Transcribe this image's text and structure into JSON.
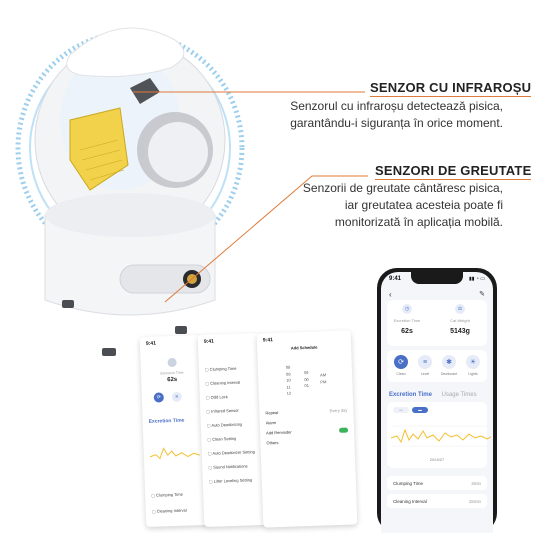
{
  "annotations": {
    "infrared": {
      "title": "SENZOR CU INFRAROȘU",
      "lines": [
        "Senzorul cu infraroșu detectează pisica,",
        "garantându-i siguranța în orice moment."
      ]
    },
    "weight": {
      "title": "SENZORI DE GREUTATE",
      "lines": [
        "Senzorii de greutate cântăresc pisica,",
        "iar greutatea acesteia poate fi",
        "monitorizată în aplicația mobilă."
      ]
    }
  },
  "phone": {
    "time": "9:41",
    "stats": [
      {
        "label": "Excretion Time",
        "value": "62s"
      },
      {
        "label": "Cat Weight",
        "value": "5143g"
      }
    ],
    "quick_actions": [
      "Clean",
      "Level",
      "Deodorant",
      "Lights"
    ],
    "tabs": {
      "active": "Excretion Time",
      "inactive": "Usage Times"
    },
    "chart_date": "2024/07",
    "settings": [
      {
        "label": "Clumping Time",
        "value": "3min"
      },
      {
        "label": "Cleaning Interval",
        "value": "15min"
      }
    ]
  },
  "shots": {
    "left": {
      "time": "9:41",
      "stat_label": "Excretion Time",
      "stat_value": "62s",
      "tab": "Excretion Time",
      "settings": [
        "Clumping Time",
        "Cleaning Interval"
      ]
    },
    "middle": {
      "time": "9:41",
      "items": [
        "Clumping Time",
        "Cleaning Interval",
        "Odd Lock",
        "Infrared Sensor",
        "Auto Deodorizing",
        "Clean Setting",
        "Auto Deodorizer Setting",
        "Sound Notifications",
        "Litter Leveling Setting"
      ]
    },
    "right": {
      "time": "9:41",
      "title": "Add Schedule",
      "times": [
        "08",
        "09",
        "10",
        "11",
        "12"
      ],
      "minutes": [
        "59",
        "00",
        "01"
      ],
      "ampm": [
        "AM",
        "PM"
      ],
      "rows": [
        {
          "label": "Repeat",
          "value": "Every day"
        },
        {
          "label": "Alarm",
          "value": ""
        },
        {
          "label": "Add Reminder",
          "value": ""
        },
        {
          "label": "Others",
          "value": ""
        }
      ]
    }
  },
  "colors": {
    "accent": "#e07a3a",
    "app_blue": "#4a6fc7",
    "chart_yellow": "#f2c12e"
  }
}
